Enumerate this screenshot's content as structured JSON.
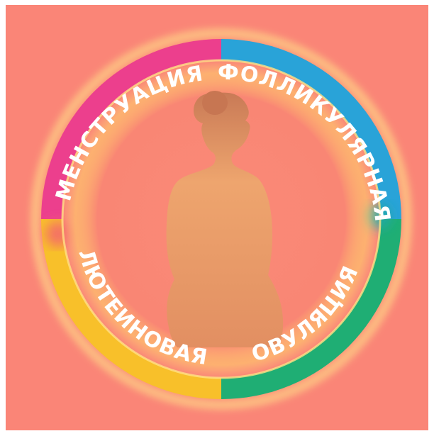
{
  "cycle": {
    "phases": [
      {
        "id": "menstruation",
        "label": "МЕНСТРУАЦИЯ",
        "color": "#ec3f8d"
      },
      {
        "id": "follicular",
        "label": "ФОЛЛИКУЛЯРНАЯ",
        "color": "#29a3d8"
      },
      {
        "id": "ovulation",
        "label": "ОВУЛЯЦИЯ",
        "color": "#1fae74"
      },
      {
        "id": "luteal",
        "label": "ЛЮТЕИНОВАЯ",
        "color": "#f8c02a"
      }
    ],
    "background_color": "#fa8577",
    "figure_color": "#e69460",
    "icon": "female-silhouette-icon"
  }
}
